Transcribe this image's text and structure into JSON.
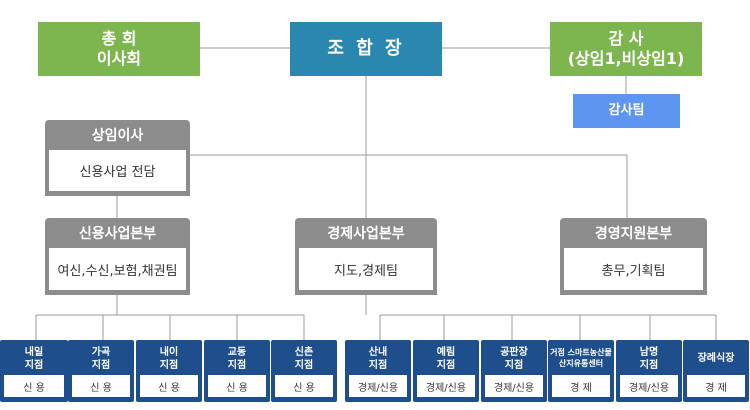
{
  "top": {
    "general_assembly": {
      "line1": "총 회",
      "line2": "이사회"
    },
    "chairman": "조 합 장",
    "auditor": {
      "line1": "감 사",
      "line2": "(상임1,비상임1)"
    },
    "audit_team": "감사팀"
  },
  "managing_director": {
    "title": "상임이사",
    "body": "신용사업 전담"
  },
  "divisions": {
    "credit": {
      "title": "신용사업본부",
      "body": "여신,수신,보험,채권팀"
    },
    "economic": {
      "title": "경제사업본부",
      "body": "지도,경제팀"
    },
    "management": {
      "title": "경영지원본부",
      "body": "총무,기획팀"
    }
  },
  "credit_branches": [
    {
      "line1": "내일",
      "line2": "지점",
      "type": "신 용"
    },
    {
      "line1": "가곡",
      "line2": "지점",
      "type": "신 용"
    },
    {
      "line1": "내이",
      "line2": "지점",
      "type": "신 용"
    },
    {
      "line1": "교동",
      "line2": "지점",
      "type": "신 용"
    },
    {
      "line1": "신촌",
      "line2": "지점",
      "type": "신 용"
    }
  ],
  "economic_branches": [
    {
      "line1": "산내",
      "line2": "지점",
      "type": "경제/신용"
    },
    {
      "line1": "예림",
      "line2": "지점",
      "type": "경제/신용"
    },
    {
      "line1": "공판장",
      "line2": "지점",
      "type": "경제/신용"
    },
    {
      "line1": "거점 스마트농산물",
      "line2": "산지유통센터",
      "type": "경 제"
    },
    {
      "line1": "남명",
      "line2": "지점",
      "type": "경제/신용"
    },
    {
      "line1": "장례식장",
      "line2": "",
      "type": "경 제"
    }
  ],
  "colors": {
    "green": "#7db64f",
    "teal": "#2a87b0",
    "blue": "#5e95f0",
    "gray": "#8c8c8c",
    "navy": "#1f4e8c",
    "line": "#9a9a9a"
  }
}
